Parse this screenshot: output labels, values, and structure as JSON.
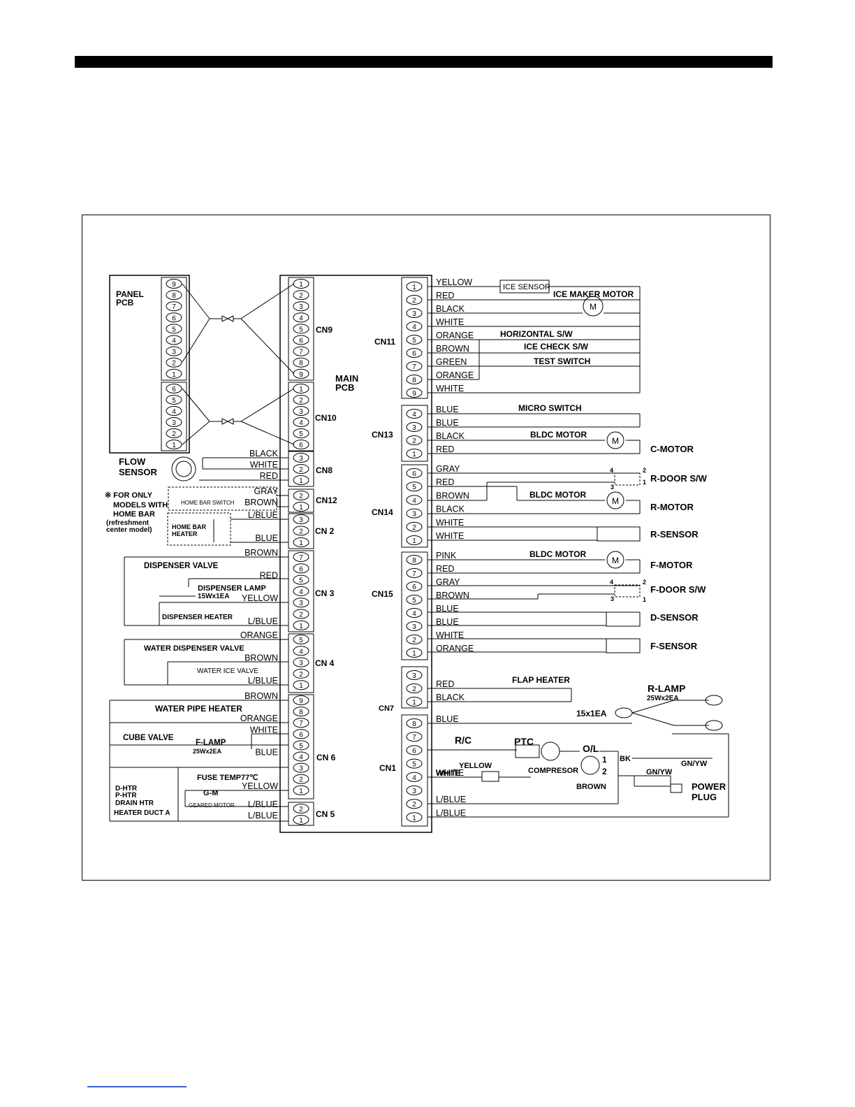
{
  "colors": {
    "ink": "#000000",
    "footer_line": "#3b5bd6"
  },
  "labels": {
    "panel_pcb_1": "PANEL",
    "panel_pcb_2": "PCB",
    "main_pcb_1": "MAIN",
    "main_pcb_2": "PCB",
    "cn9": "CN9",
    "cn10": "CN10",
    "cn8": "CN8",
    "cn12": "CN12",
    "cn2": "CN 2",
    "cn3": "CN 3",
    "cn4": "CN 4",
    "cn6": "CN 6",
    "cn5": "CN 5",
    "cn11": "CN11",
    "cn13": "CN13",
    "cn14": "CN14",
    "cn15": "CN15",
    "cn7": "CN7",
    "cn1": "CN1",
    "flow_1": "FLOW",
    "flow_2": "SENSOR",
    "note_1": "※ FOR ONLY",
    "note_2": "MODELS WITH",
    "note_3": "HOME BAR",
    "note_4": "(refreshment",
    "note_5": "center model)",
    "home_bar_switch": "HOME BAR SWITCH",
    "home_bar_heater_1": "HOME BAR",
    "home_bar_heater_2": "HEATER",
    "dispenser_valve": "DISPENSER VALVE",
    "dispenser_lamp_1": "DISPENSER LAMP",
    "dispenser_lamp_2": "15Wx1EA",
    "dispenser_heater": "DISPENSER HEATER",
    "water_dispenser_valve": "WATER DISPENSER VALVE",
    "water_ice_valve": "WATER ICE VALVE",
    "water_pipe_heater": "WATER PIPE HEATER",
    "cube_valve": "CUBE VALVE",
    "f_lamp_1": "F-LAMP",
    "f_lamp_2": "25Wx2EA",
    "fuse": "FUSE TEMP77℃",
    "gm": "G-M",
    "geared_motor": "GEARED MOTOR",
    "dhtr_1": "D-HTR",
    "dhtr_2": "P-HTR",
    "dhtr_3": "DRAIN HTR",
    "dhtr_4": "HEATER DUCT A",
    "ice_sensor": "ICE SENSOR",
    "ice_maker_motor": "ICE MAKER MOTOR",
    "horizontal_sw": "HORIZONTAL S/W",
    "ice_check_sw": "ICE CHECK S/W",
    "test_switch": "TEST SWITCH",
    "micro_switch": "MICRO SWITCH",
    "bldc_1": "BLDC MOTOR",
    "bldc_2": "BLDC MOTOR",
    "bldc_3": "BLDC MOTOR",
    "c_motor": "C-MOTOR",
    "r_door": "R-DOOR S/W",
    "r_motor": "R-MOTOR",
    "r_sensor": "R-SENSOR",
    "f_motor": "F-MOTOR",
    "f_door": "F-DOOR S/W",
    "d_sensor": "D-SENSOR",
    "f_sensor": "F-SENSOR",
    "flap_heater": "FLAP HEATER",
    "r_lamp_1": "R-LAMP",
    "r_lamp_2": "25Wx2EA",
    "r_lamp_3": "15x1EA",
    "rc": "R/C",
    "ptc": "PTC",
    "ol": "O/L",
    "compresor": "COMPRESOR",
    "cn1_yellow": "YELLOW",
    "cn1_white": "WHITE",
    "ol_1": "1",
    "ol_2": "2",
    "bk": "BK",
    "brown": "BROWN",
    "gnyw_1": "GN/YW",
    "gnyw_2": "GN/YW",
    "power_1": "POWER",
    "power_2": "PLUG",
    "m": "M",
    "pin_4": "4",
    "pin_2": "2",
    "pin_1": "1",
    "pin_3": "3"
  },
  "left_connectors": [
    {
      "name": "CN9",
      "pins": [
        "1",
        "2",
        "3",
        "4",
        "5",
        "6",
        "7",
        "8",
        "9"
      ]
    },
    {
      "name": "CN10",
      "pins": [
        "1",
        "2",
        "3",
        "4",
        "5",
        "6"
      ]
    },
    {
      "name": "CN8",
      "pins": [
        "3",
        "2",
        "1"
      ],
      "wires": [
        "BLACK",
        "WHITE",
        "RED"
      ]
    },
    {
      "name": "CN12",
      "pins": [
        "2",
        "1"
      ],
      "wires": [
        "GRAY",
        "BROWN"
      ]
    },
    {
      "name": "CN 2",
      "pins": [
        "3",
        "2",
        "1"
      ],
      "wires": [
        "L/BLUE",
        "",
        "BLUE"
      ]
    },
    {
      "name": "CN 3",
      "pins": [
        "7",
        "6",
        "5",
        "4",
        "3",
        "2",
        "1"
      ],
      "wires": [
        "BROWN",
        "",
        "RED",
        "",
        "YELLOW",
        "",
        "L/BLUE"
      ]
    },
    {
      "name": "CN 4",
      "pins": [
        "5",
        "4",
        "3",
        "2",
        "1"
      ],
      "wires": [
        "ORANGE",
        "",
        "BROWN",
        "",
        "L/BLUE"
      ]
    },
    {
      "name": "CN 6",
      "pins": [
        "9",
        "8",
        "7",
        "6",
        "5",
        "4",
        "3",
        "2",
        "1"
      ],
      "wires": [
        "BROWN",
        "",
        "ORANGE",
        "WHITE",
        "",
        "BLUE",
        "",
        "",
        "YELLOW"
      ]
    },
    {
      "name": "CN 5",
      "pins": [
        "2",
        "1"
      ],
      "wires": [
        "L/BLUE",
        "L/BLUE"
      ]
    }
  ],
  "panel_connectors": [
    {
      "name": "panel-upper",
      "pins": [
        "9",
        "8",
        "7",
        "6",
        "5",
        "4",
        "3",
        "2",
        "1"
      ]
    },
    {
      "name": "panel-lower",
      "pins": [
        "6",
        "5",
        "4",
        "3",
        "2",
        "1"
      ]
    }
  ],
  "right_connectors": [
    {
      "name": "CN11",
      "pins": [
        "1",
        "2",
        "3",
        "4",
        "5",
        "6",
        "7",
        "8",
        "9"
      ],
      "wires": [
        "YELLOW",
        "RED",
        "BLACK",
        "WHITE",
        "ORANGE",
        "BROWN",
        "GREEN",
        "ORANGE",
        "WHITE"
      ]
    },
    {
      "name": "CN13",
      "pins": [
        "4",
        "3",
        "2",
        "1"
      ],
      "wires": [
        "BLUE",
        "BLUE",
        "BLACK",
        "RED"
      ]
    },
    {
      "name": "CN14",
      "pins": [
        "6",
        "5",
        "4",
        "3",
        "2",
        "1"
      ],
      "wires": [
        "GRAY",
        "RED",
        "BROWN",
        "BLACK",
        "WHITE",
        "WHITE"
      ]
    },
    {
      "name": "CN15",
      "pins": [
        "8",
        "7",
        "6",
        "5",
        "4",
        "3",
        "2",
        "1"
      ],
      "wires": [
        "PINK",
        "RED",
        "GRAY",
        "BROWN",
        "BLUE",
        "BLUE",
        "WHITE",
        "ORANGE"
      ]
    },
    {
      "name": "CN7",
      "pins": [
        "3",
        "2",
        "1"
      ],
      "wires": [
        "",
        "RED",
        "BLACK"
      ]
    },
    {
      "name": "CN1",
      "pins": [
        "8",
        "7",
        "6",
        "5",
        "4",
        "3",
        "2",
        "1"
      ],
      "wires": [
        "BLUE",
        "",
        "",
        "",
        "WHITE",
        "",
        "L/BLUE",
        "L/BLUE"
      ]
    }
  ]
}
